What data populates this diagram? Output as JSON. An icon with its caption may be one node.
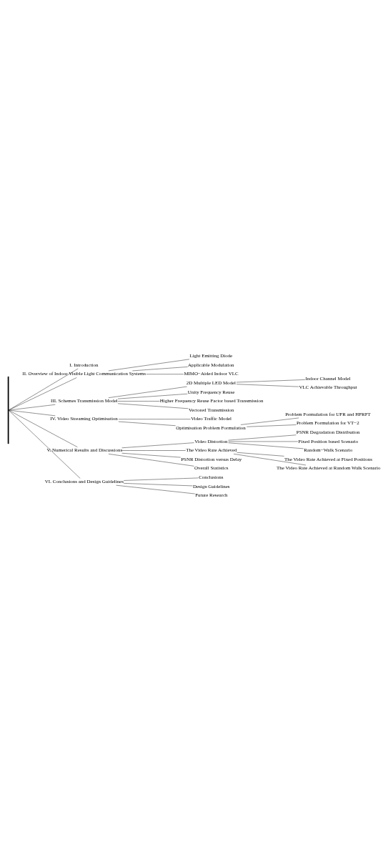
{
  "diagram": {
    "nodes": [
      {
        "text": [
          "I. Introduction"
        ]
      },
      {
        "text": [
          "II. Overview of Indoor Visible Light Communication Systems"
        ]
      },
      {
        "text": [
          "Light Emitting Diode"
        ]
      },
      {
        "text": [
          "Applicable Modulation"
        ]
      },
      {
        "text": [
          "MIMO−Aided Indoor VLC"
        ]
      },
      {
        "text": [
          "III. Schemes Transmission Model"
        ]
      },
      {
        "text": [
          "2D Multiple LED Model"
        ]
      },
      {
        "text": [
          "Indoor Channel Model"
        ]
      },
      {
        "text": [
          "VLC Achievable Throughput"
        ]
      },
      {
        "text": [
          "Unity Frequency Reuse"
        ]
      },
      {
        "text": [
          "Higher Frequency Reuse Factor based Transmission"
        ]
      },
      {
        "text": [
          "Vectored Transmission"
        ]
      },
      {
        "text": [
          "IV. Video Streaming Optimisation"
        ]
      },
      {
        "text": [
          "Video Traffic Model"
        ]
      },
      {
        "text": [
          "Optimisation Problem Formulation"
        ]
      },
      {
        "text": [
          "Problem Formulation for UFR and HFRFT"
        ]
      },
      {
        "text": [
          "Problem Formulation for VT−2"
        ]
      },
      {
        "text": [
          "V. Numerical Results and Discussions"
        ]
      },
      {
        "text": [
          "Video Distortion"
        ]
      },
      {
        "text": [
          "PSNR Degradation Distribution"
        ]
      },
      {
        "text": [
          "Fixed Position based Scenario"
        ]
      },
      {
        "text": [
          "Random−Walk Scenario"
        ]
      },
      {
        "text": [
          "The Video Rate Achieved"
        ]
      },
      {
        "text": [
          "The Video Rate Achieved at Fixed Positions"
        ]
      },
      {
        "text": [
          "The Video Rate Achieved at Random Walk Scenario"
        ]
      },
      {
        "text": [
          "PSNR Distortion versus Delay"
        ]
      },
      {
        "text": [
          "Overall Statistics"
        ]
      },
      {
        "text": [
          "VI. Conclusions and Design Guidelines"
        ]
      },
      {
        "text": [
          "Conclusions"
        ]
      },
      {
        "text": [
          "Design Guidelines"
        ]
      },
      {
        "text": [
          "Future Research"
        ]
      },
      {
        "text": [],
        "shape": "bar"
      }
    ],
    "edges": [
      {
        "from": 31,
        "to": 0,
        "arrow": "none"
      },
      {
        "from": 31,
        "to": 1,
        "arrow": "none"
      },
      {
        "from": 1,
        "to": 2,
        "arrow": "none"
      },
      {
        "from": 1,
        "to": 3,
        "arrow": "none"
      },
      {
        "from": 1,
        "to": 4,
        "arrow": "none"
      },
      {
        "from": 31,
        "to": 5,
        "arrow": "none"
      },
      {
        "from": 5,
        "to": 6,
        "arrow": "none"
      },
      {
        "from": 6,
        "to": 7,
        "arrow": "none"
      },
      {
        "from": 6,
        "to": 8,
        "arrow": "none"
      },
      {
        "from": 5,
        "to": 9,
        "arrow": "none"
      },
      {
        "from": 5,
        "to": 10,
        "arrow": "none"
      },
      {
        "from": 5,
        "to": 11,
        "arrow": "none"
      },
      {
        "from": 31,
        "to": 12,
        "arrow": "none"
      },
      {
        "from": 12,
        "to": 13,
        "arrow": "none"
      },
      {
        "from": 12,
        "to": 14,
        "arrow": "none"
      },
      {
        "from": 14,
        "to": 15,
        "arrow": "none"
      },
      {
        "from": 14,
        "to": 16,
        "arrow": "none"
      },
      {
        "from": 31,
        "to": 17,
        "arrow": "none"
      },
      {
        "from": 17,
        "to": 18,
        "arrow": "none"
      },
      {
        "from": 18,
        "to": 19,
        "arrow": "none"
      },
      {
        "from": 18,
        "to": 20,
        "arrow": "none"
      },
      {
        "from": 18,
        "to": 21,
        "arrow": "none"
      },
      {
        "from": 17,
        "to": 22,
        "arrow": "none"
      },
      {
        "from": 22,
        "to": 23,
        "arrow": "none"
      },
      {
        "from": 22,
        "to": 24,
        "arrow": "none"
      },
      {
        "from": 17,
        "to": 25,
        "arrow": "none"
      },
      {
        "from": 17,
        "to": 26,
        "arrow": "none"
      },
      {
        "from": 31,
        "to": 27,
        "arrow": "none"
      },
      {
        "from": 27,
        "to": 28,
        "arrow": "none"
      },
      {
        "from": 27,
        "to": 29,
        "arrow": "none"
      },
      {
        "from": 27,
        "to": 30,
        "arrow": "none"
      }
    ]
  }
}
